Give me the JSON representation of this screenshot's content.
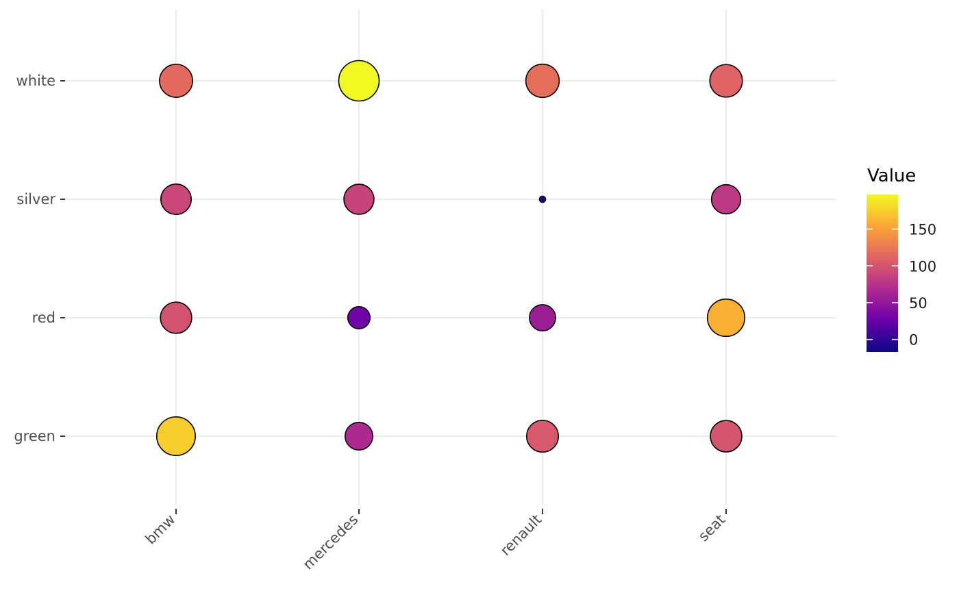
{
  "chart_data": {
    "type": "scatter",
    "subtype": "bubble-grid",
    "title": "",
    "xlabel": "",
    "ylabel": "",
    "categories_x": [
      "bmw",
      "mercedes",
      "renault",
      "seat"
    ],
    "categories_y": [
      "green",
      "red",
      "silver",
      "white"
    ],
    "points": [
      {
        "x": "bmw",
        "y": "white",
        "value": 115
      },
      {
        "x": "mercedes",
        "y": "white",
        "value": 197
      },
      {
        "x": "renault",
        "y": "white",
        "value": 118
      },
      {
        "x": "seat",
        "y": "white",
        "value": 110
      },
      {
        "x": "bmw",
        "y": "silver",
        "value": 90
      },
      {
        "x": "mercedes",
        "y": "silver",
        "value": 87
      },
      {
        "x": "renault",
        "y": "silver",
        "value": -17
      },
      {
        "x": "seat",
        "y": "silver",
        "value": 80
      },
      {
        "x": "bmw",
        "y": "red",
        "value": 98
      },
      {
        "x": "mercedes",
        "y": "red",
        "value": 30
      },
      {
        "x": "renault",
        "y": "red",
        "value": 56
      },
      {
        "x": "seat",
        "y": "red",
        "value": 160
      },
      {
        "x": "bmw",
        "y": "green",
        "value": 175
      },
      {
        "x": "mercedes",
        "y": "green",
        "value": 67
      },
      {
        "x": "renault",
        "y": "green",
        "value": 103
      },
      {
        "x": "seat",
        "y": "green",
        "value": 100
      }
    ],
    "color_scale": {
      "name": "plasma",
      "range": [
        -17,
        197
      ],
      "ticks": [
        0,
        50,
        100,
        150
      ],
      "stops": [
        "#0d0887",
        "#6a00a8",
        "#b12a90",
        "#e16462",
        "#fca636",
        "#f0f921"
      ]
    },
    "legend": {
      "title": "Value",
      "placement": "right"
    },
    "grid": true
  }
}
